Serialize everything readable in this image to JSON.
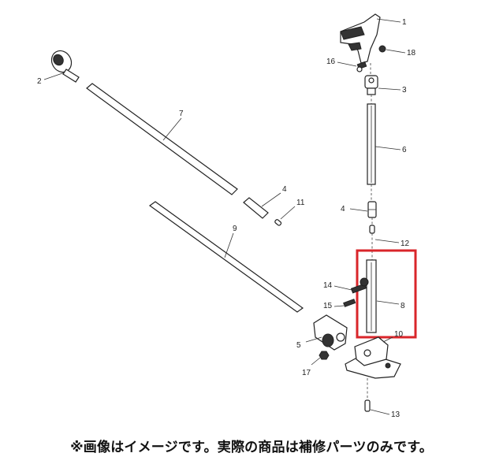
{
  "callouts": {
    "c1": "1",
    "c2": "2",
    "c3": "3",
    "c4a": "4",
    "c4b": "4",
    "c5": "5",
    "c6": "6",
    "c7": "7",
    "c8": "8",
    "c9": "9",
    "c10": "10",
    "c11": "11",
    "c12": "12",
    "c13": "13",
    "c14": "14",
    "c15": "15",
    "c16": "16",
    "c17": "17",
    "c18": "18"
  },
  "highlight": {
    "part": "8",
    "color": "#d9252a"
  },
  "caption": "※画像はイメージです。実際の商品は補修パーツのみです。"
}
